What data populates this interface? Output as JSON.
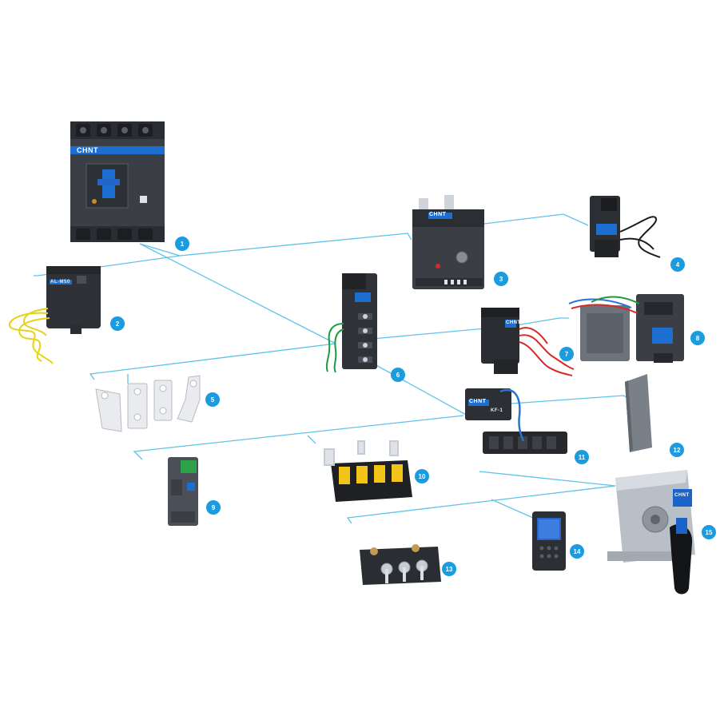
{
  "brand": "CHNT",
  "callouts": [
    "1",
    "2",
    "3",
    "4",
    "5",
    "6",
    "7",
    "8",
    "9",
    "10",
    "11",
    "12",
    "13",
    "14",
    "15"
  ],
  "device_labels": {
    "main_breaker": "CHNT",
    "overload_module": "AL-M50",
    "shunt_release_brand": "CHNT",
    "shunt_release_small": "KF-1",
    "undervoltage_brand": "CHNT",
    "motor_operator_brand": "CHNT",
    "rotary_handle_brand": "CHNT"
  },
  "colors": {
    "leader_line": "#5fc3e8",
    "badge": "#1b9be0",
    "device_body": "#3b3f45",
    "device_dark": "#26292d",
    "accent_blue": "#1c6fd1",
    "wire_yellow": "#e6d21a",
    "wire_green": "#1f9a3f",
    "wire_red": "#d62a2a",
    "wire_blue": "#2a74d6",
    "busbar": "#e9ebee",
    "metal": "#b9bfc7",
    "handle_black": "#141517",
    "handle_blue": "#1a63c9"
  }
}
